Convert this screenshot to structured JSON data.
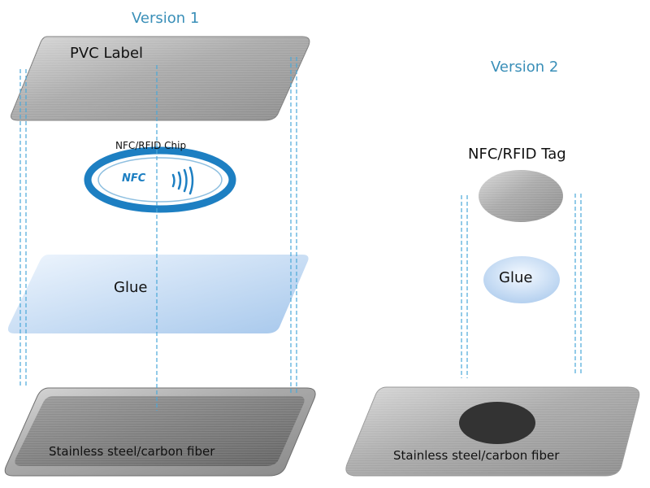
{
  "version1": {
    "title": "Version 1",
    "pvc_label": "PVC Label",
    "chip_label": "NFC/RFID Chip",
    "chip_logo": "NFC",
    "glue_label": "Glue",
    "base_label": "Stainless steel/carbon fiber"
  },
  "version2": {
    "title": "Version 2",
    "tag_label": "NFC/RFID Tag",
    "glue_label": "Glue",
    "base_label": "Stainless steel/carbon fiber"
  },
  "colors": {
    "accent": "#3a8fb8",
    "nfc_blue": "#1d7fc2",
    "guide_line": "#4aa8d8",
    "glue_light": "#e8f2fc",
    "glue_dark": "#a8c9ec",
    "steel_light": "#cfcfcf",
    "steel_dark": "#8c8c8c",
    "chip_dot": "#333333"
  }
}
